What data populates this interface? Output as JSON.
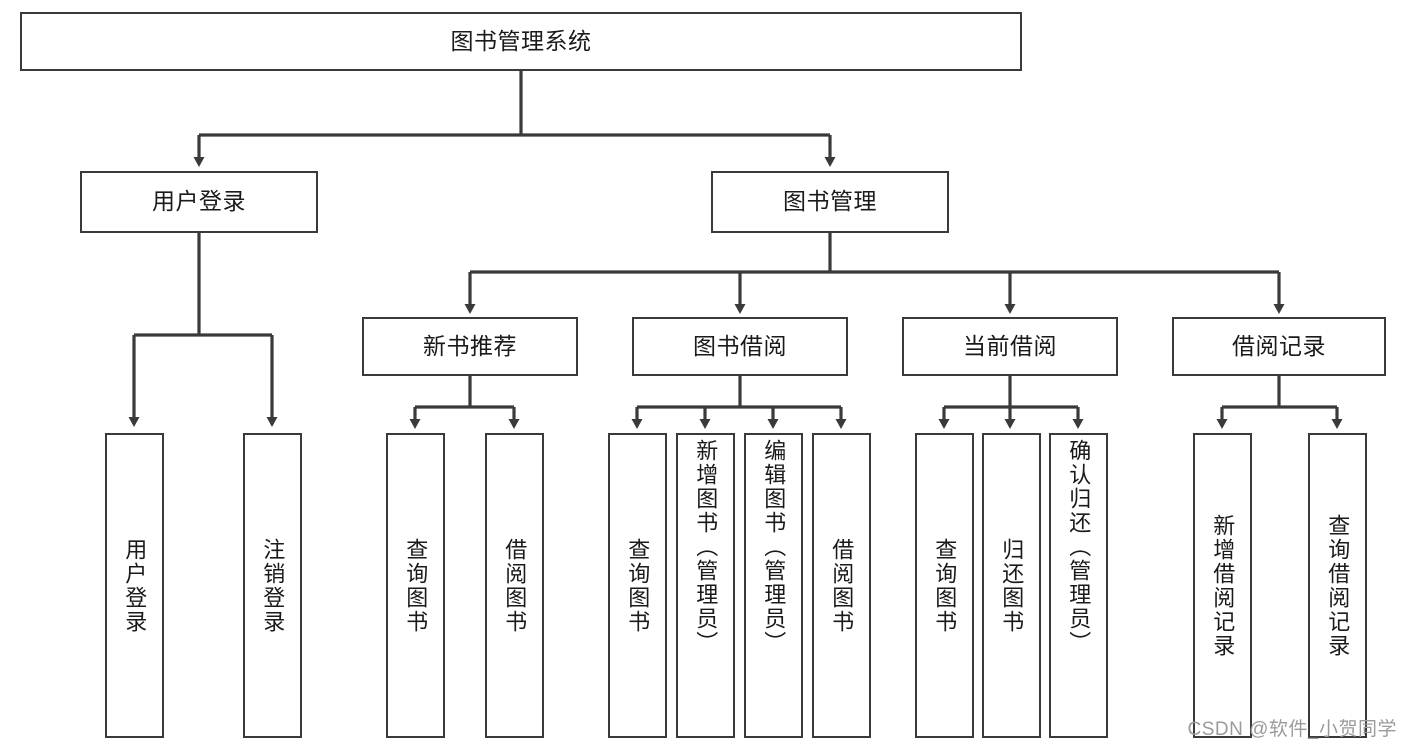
{
  "diagram": {
    "title": "图书管理系统",
    "watermark": "CSDN @软件_小贺同学",
    "colors": {
      "stroke": "#3a3a3a",
      "box_fill": "#ffffff",
      "text": "#1a1a1a",
      "watermark": "#9b9b9b",
      "background": "#ffffff"
    },
    "levels": {
      "root": "图书管理系统",
      "level2": [
        "用户登录",
        "图书管理"
      ],
      "level3": [
        "新书推荐",
        "图书借阅",
        "当前借阅",
        "借阅记录"
      ]
    },
    "nodes": {
      "root": {
        "label": "图书管理系统"
      },
      "user_login": {
        "label": "用户登录"
      },
      "book_mgmt": {
        "label": "图书管理"
      },
      "new_book_rec": {
        "label": "新书推荐"
      },
      "book_borrow": {
        "label": "图书借阅"
      },
      "current_borrow": {
        "label": "当前借阅"
      },
      "borrow_record": {
        "label": "借阅记录"
      },
      "leaf_user_login": {
        "label": "用户登录"
      },
      "leaf_logout": {
        "label": "注销登录"
      },
      "leaf_query_book_1": {
        "label": "查询图书"
      },
      "leaf_borrow_book_1": {
        "label": "借阅图书"
      },
      "leaf_query_book_2": {
        "label": "查询图书"
      },
      "leaf_add_book": {
        "label": "新增图书（管理员）"
      },
      "leaf_edit_book": {
        "label": "编辑图书（管理员）"
      },
      "leaf_borrow_book_2": {
        "label": "借阅图书"
      },
      "leaf_query_book_3": {
        "label": "查询图书"
      },
      "leaf_return_book": {
        "label": "归还图书"
      },
      "leaf_confirm_return": {
        "label": "确认归还（管理员）"
      },
      "leaf_add_record": {
        "label": "新增借阅记录"
      },
      "leaf_query_record": {
        "label": "查询借阅记录"
      }
    },
    "tree": {
      "图书管理系统": {
        "用户登录": [
          "用户登录",
          "注销登录"
        ],
        "图书管理": {
          "新书推荐": [
            "查询图书",
            "借阅图书"
          ],
          "图书借阅": [
            "查询图书",
            "新增图书（管理员）",
            "编辑图书（管理员）",
            "借阅图书"
          ],
          "当前借阅": [
            "查询图书",
            "归还图书",
            "确认归还（管理员）"
          ],
          "借阅记录": [
            "新增借阅记录",
            "查询借阅记录"
          ]
        }
      }
    }
  }
}
